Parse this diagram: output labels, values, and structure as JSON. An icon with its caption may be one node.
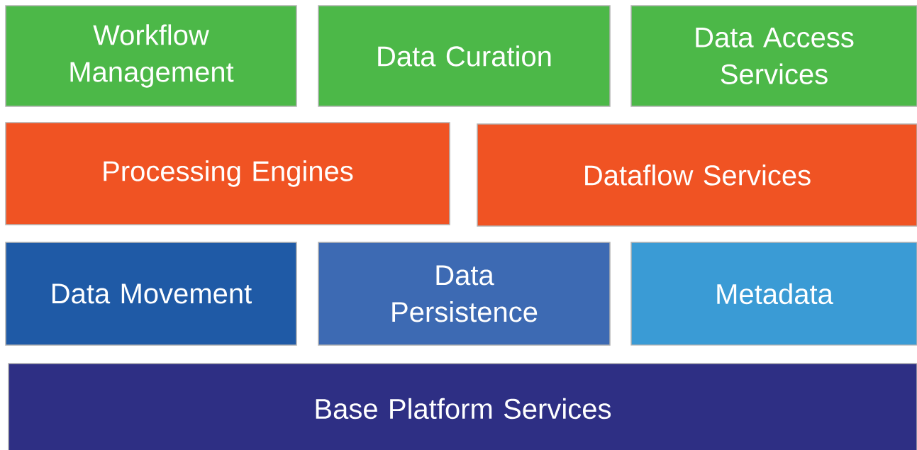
{
  "diagram": {
    "nodes": [
      {
        "text": [
          "Workflow Management"
        ]
      },
      {
        "text": [
          "Data Curation"
        ]
      },
      {
        "text": [
          "Data Access Services"
        ]
      },
      {
        "text": [
          "Processing Engines"
        ]
      },
      {
        "text": [
          "Dataflow Services"
        ]
      },
      {
        "text": [
          "Data Movement"
        ]
      },
      {
        "text": [
          "Data Persistence"
        ]
      },
      {
        "text": [
          "Metadata"
        ]
      },
      {
        "text": [
          "Base Platform Services"
        ]
      }
    ]
  }
}
